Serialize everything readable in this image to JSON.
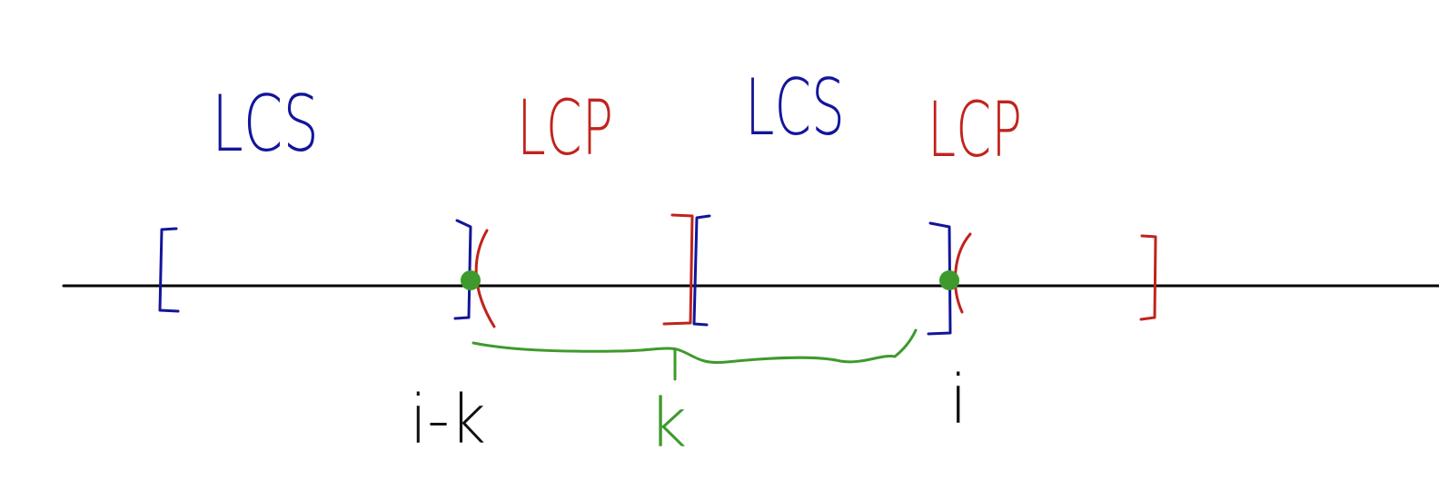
{
  "labels": {
    "lcs_1": "LCS",
    "lcp_1": "LCP",
    "lcs_2": "LCS",
    "lcp_2": "LCP",
    "index_left": "i-k",
    "span_length": "k",
    "index_right": "i"
  },
  "colors": {
    "lcs": "#13159a",
    "lcp": "#c0231c",
    "span": "#3e9a2c",
    "axis": "#000000",
    "index": "#111111"
  }
}
